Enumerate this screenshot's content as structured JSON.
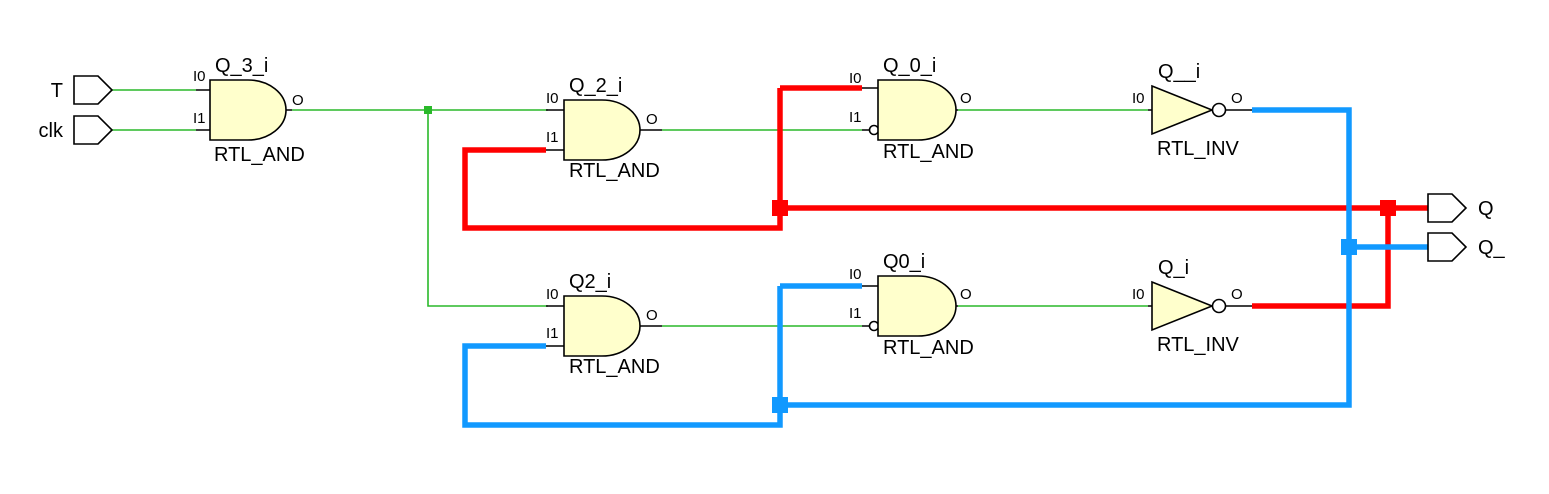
{
  "ports": {
    "in_t": "T",
    "in_clk": "clk",
    "out_q": "Q",
    "out_qn": "Q_"
  },
  "instances": {
    "q3": {
      "name": "Q_3_i",
      "cell": "RTL_AND",
      "pins": [
        "I0",
        "I1",
        "O"
      ]
    },
    "q2a": {
      "name": "Q_2_i",
      "cell": "RTL_AND",
      "pins": [
        "I0",
        "I1",
        "O"
      ]
    },
    "q0a": {
      "name": "Q_0_i",
      "cell": "RTL_AND",
      "pins": [
        "I0",
        "I1",
        "O"
      ]
    },
    "qinv_a": {
      "name": "Q__i",
      "cell": "RTL_INV",
      "pins": [
        "I0",
        "O"
      ]
    },
    "q2b": {
      "name": "Q2_i",
      "cell": "RTL_AND",
      "pins": [
        "I0",
        "I1",
        "O"
      ]
    },
    "q0b": {
      "name": "Q0_i",
      "cell": "RTL_AND",
      "pins": [
        "I0",
        "I1",
        "O"
      ]
    },
    "qinv_b": {
      "name": "Q_i",
      "cell": "RTL_INV",
      "pins": [
        "I0",
        "O"
      ]
    }
  },
  "colors": {
    "gate_fill": "#ffffcc",
    "net_default": "#2ab92a",
    "net_highlight_q": "#ff0000",
    "net_highlight_qn": "#1199ff"
  }
}
